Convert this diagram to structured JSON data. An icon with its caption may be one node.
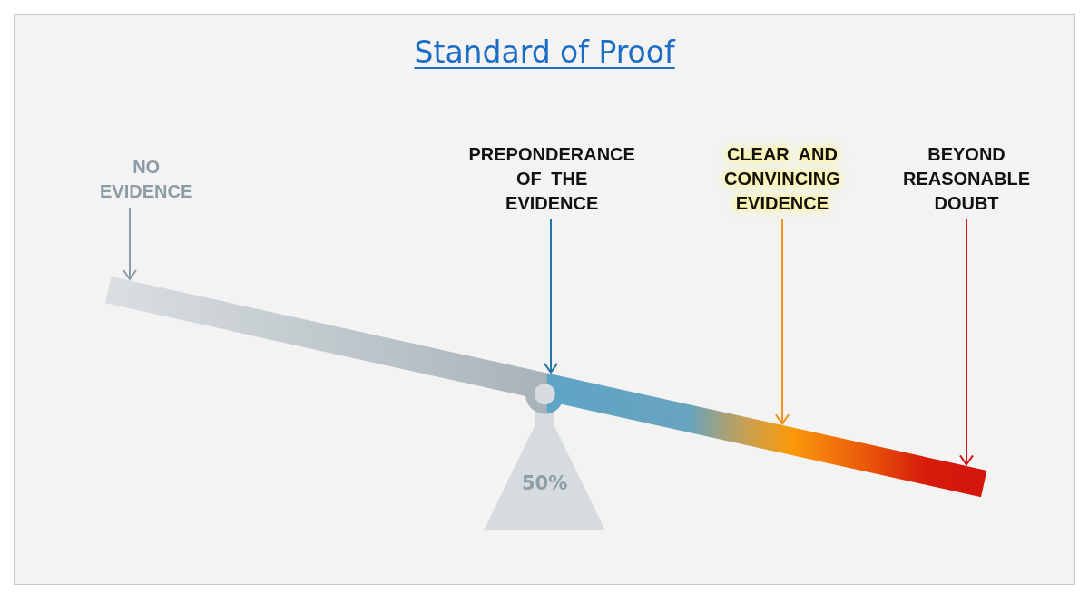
{
  "diagram": {
    "title": "Standard of Proof",
    "nodes": [
      {
        "text": [
          "NO EVIDENCE"
        ]
      },
      {
        "text": [
          "PREPONDERANCE OF THE EVIDENCE"
        ]
      },
      {
        "text": [
          "CLEAR AND CONVINCING EVIDENCE"
        ]
      },
      {
        "text": [
          "BEYOND REASONABLE DOUBT"
        ]
      },
      {
        "text": [],
        "shape": "bar"
      },
      {
        "text": [
          "50%"
        ]
      }
    ],
    "edges": [
      {
        "from": 0,
        "to": 4,
        "arrow": "to",
        "color": "#8c9ba4"
      },
      {
        "from": 1,
        "to": 4,
        "arrow": "to",
        "color": "#2477a5"
      },
      {
        "from": 2,
        "to": 4,
        "arrow": "to",
        "color": "#f7931e"
      },
      {
        "from": 3,
        "to": 4,
        "arrow": "to",
        "color": "#d3181c"
      }
    ]
  }
}
